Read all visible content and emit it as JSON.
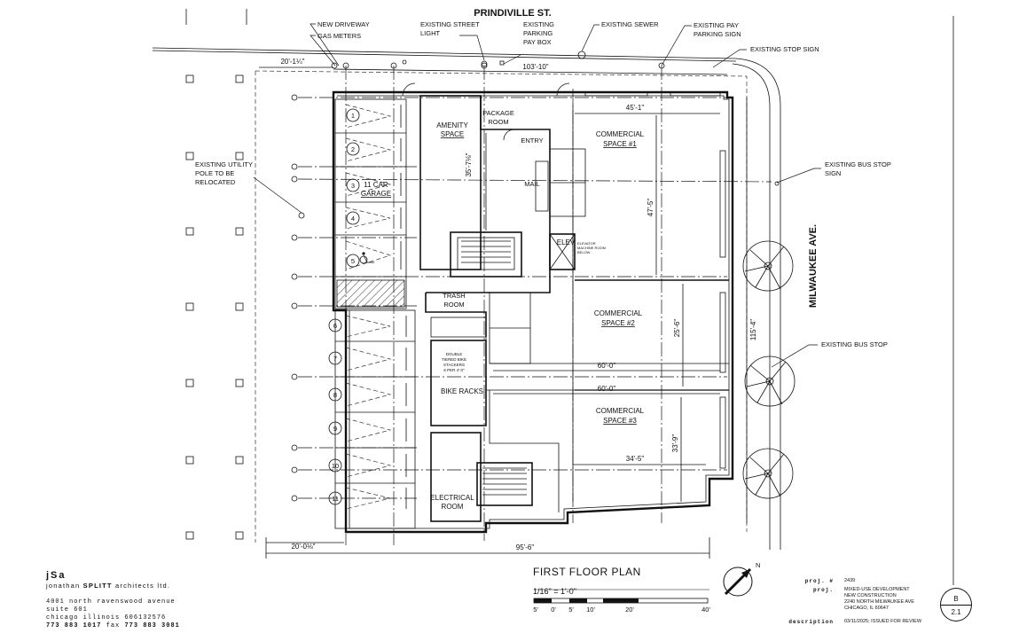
{
  "street_top": "PRINDIVILLE ST.",
  "street_right": "MILWAUKEE AVE.",
  "annotations": {
    "new_driveway": "NEW DRIVEWAY",
    "gas_meters": "GAS METERS",
    "existing_street_light": [
      "EXISTING STREET",
      "LIGHT"
    ],
    "existing_parking_pay_box": [
      "EXISTING",
      "PARKING",
      "PAY BOX"
    ],
    "existing_sewer": "EXISTING SEWER",
    "existing_pay_parking_sign": [
      "EXISTING PAY",
      "PARKING SIGN"
    ],
    "existing_stop_sign": "EXISTING STOP SIGN",
    "existing_utility_pole": [
      "EXISTING UTILITY",
      "POLE TO BE",
      "RELOCATED"
    ],
    "existing_bus_stop_sign": [
      "EXISTING BUS STOP",
      "SIGN"
    ],
    "existing_bus_stop": "EXISTING BUS STOP",
    "elev_note": [
      "ELEVATOR",
      "MACHINE ROOM",
      "BELOW"
    ]
  },
  "rooms": {
    "amenity": [
      "AMENITY",
      "SPACE"
    ],
    "package": [
      "PACKAGE",
      "ROOM"
    ],
    "entry": "ENTRY",
    "mail": "MAIL",
    "garage": [
      "11 CAR",
      "GARAGE"
    ],
    "elev": "ELEV",
    "trash": [
      "TRASH",
      "ROOM"
    ],
    "bike_note": [
      "DOUBLE",
      "TIERED BIKE",
      "STACKERS",
      "6 PER 4'-0\""
    ],
    "bike_racks": "BIKE RACKS",
    "electrical": [
      "ELECTRICAL",
      "ROOM"
    ],
    "commercial_1": [
      "COMMERCIAL",
      "SPACE #1"
    ],
    "commercial_2": [
      "COMMERCIAL",
      "SPACE #2"
    ],
    "commercial_3": [
      "COMMERCIAL",
      "SPACE #3"
    ]
  },
  "parking_stalls": [
    "1",
    "2",
    "3",
    "4",
    "5",
    "6",
    "7",
    "8",
    "9",
    "10",
    "11"
  ],
  "dimensions": {
    "top_left": "20'-1¼\"",
    "top_frontage": "103'-10\"",
    "comm1_width": "45'-1\"",
    "comm1_depth": "47'-5\"",
    "amenity_depth": "35'-7⅛\"",
    "comm2_depth": "25'-6\"",
    "overall_depth": "115'-4\"",
    "comm2_width": "60'-0\"",
    "comm3_width": "60'-0\"",
    "comm3_depth": "33'-9\"",
    "comm3_lower_width": "34'-5\"",
    "bottom_left": "20'-0⅛\"",
    "bottom_overall": "95'-6\""
  },
  "plan_title": "FIRST FLOOR PLAN",
  "scale_text": "1/16\" = 1'-0\"",
  "scale_bar_labels": [
    "5'",
    "0'",
    "5'",
    "10'",
    "20'",
    "40'"
  ],
  "north_label": "N",
  "firm": {
    "logo": "jSa",
    "name_prefix": "jonathan ",
    "name_bold": "SPLITT",
    "name_suffix": " architects ltd.",
    "address1": "4001 north ravenswood avenue",
    "address2": "suite 601",
    "address3": "chicago illinois 606132576",
    "phone": "773 883 1017",
    "fax_label": "fax",
    "fax": "773 883 3081"
  },
  "project": {
    "proj_no_label": "proj. #",
    "proj_no": "2439",
    "proj_label": "proj.",
    "proj_lines": [
      "MIXED-USE DEVELOPMENT",
      "NEW CONSTRUCTION",
      "2240 NORTH MILWAUKEE AVE",
      "CHICAGO, IL 60647"
    ],
    "description_label": "description",
    "description": "03/11/2025; ISSUED FOR REVIEW"
  },
  "sheet": {
    "detail": "B",
    "number": "2.1"
  }
}
